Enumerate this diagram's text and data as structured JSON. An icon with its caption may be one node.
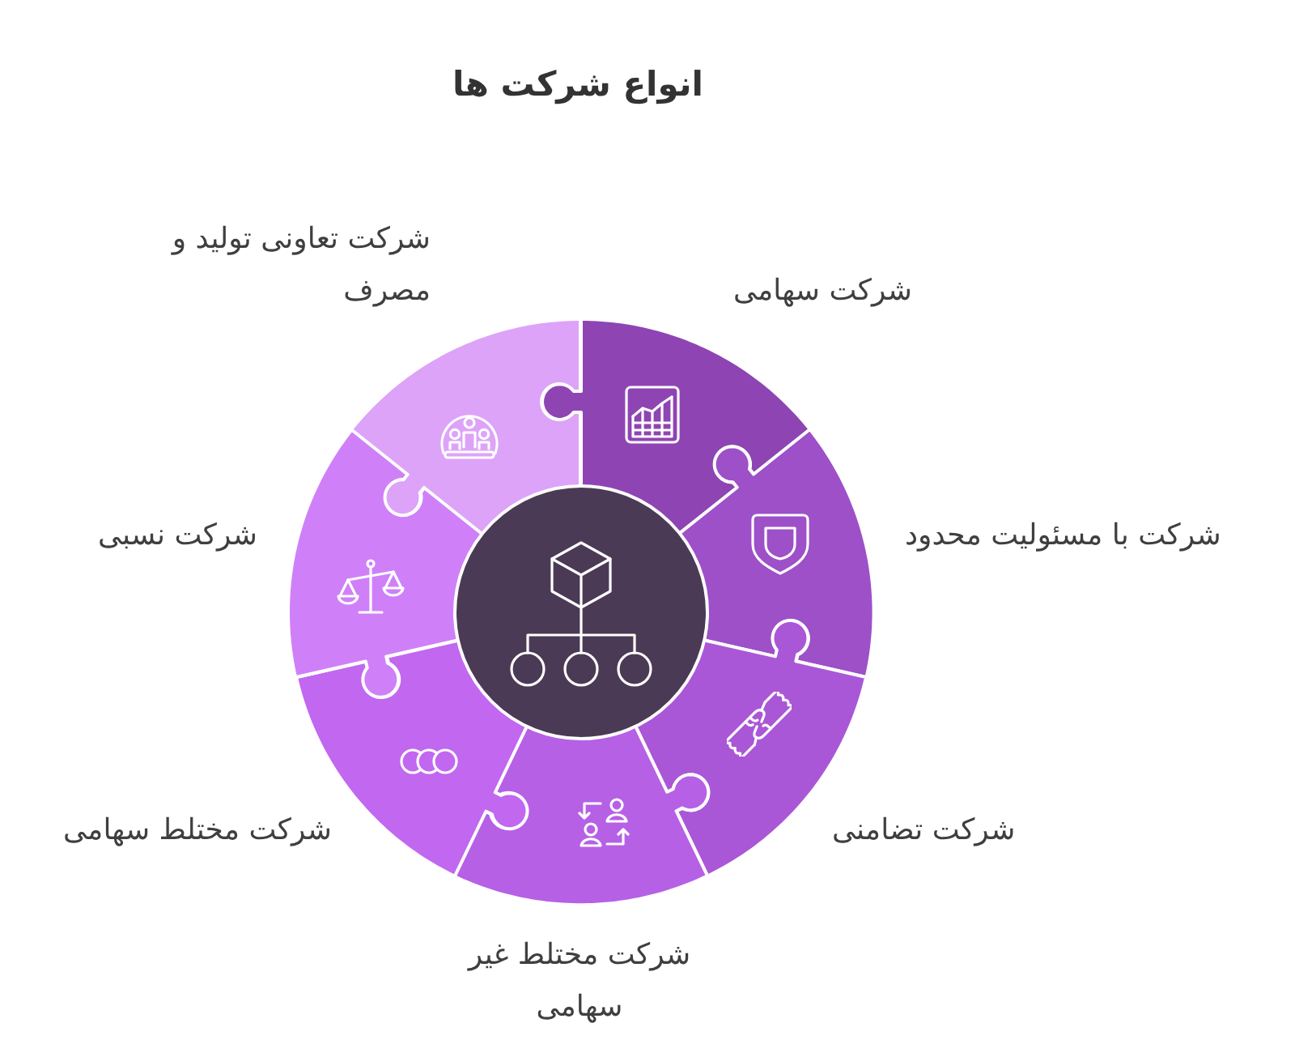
{
  "diagram": {
    "title": "انواع شرکت ها",
    "nodes": [
      {
        "text": [
          "شرکت سهامی"
        ]
      },
      {
        "text": [
          "شرکت با مسئولیت محدود"
        ]
      },
      {
        "text": [
          "شرکت تضامنی"
        ]
      },
      {
        "text": [
          "شرکت مختلط غیر سهامی"
        ]
      },
      {
        "text": [
          "شرکت مختلط سهامی"
        ]
      },
      {
        "text": [
          "شرکت نسبی"
        ]
      },
      {
        "text": [
          "شرکت تعاونی تولید و مصرف"
        ]
      },
      {
        "text": [],
        "shape": "circle"
      }
    ]
  }
}
